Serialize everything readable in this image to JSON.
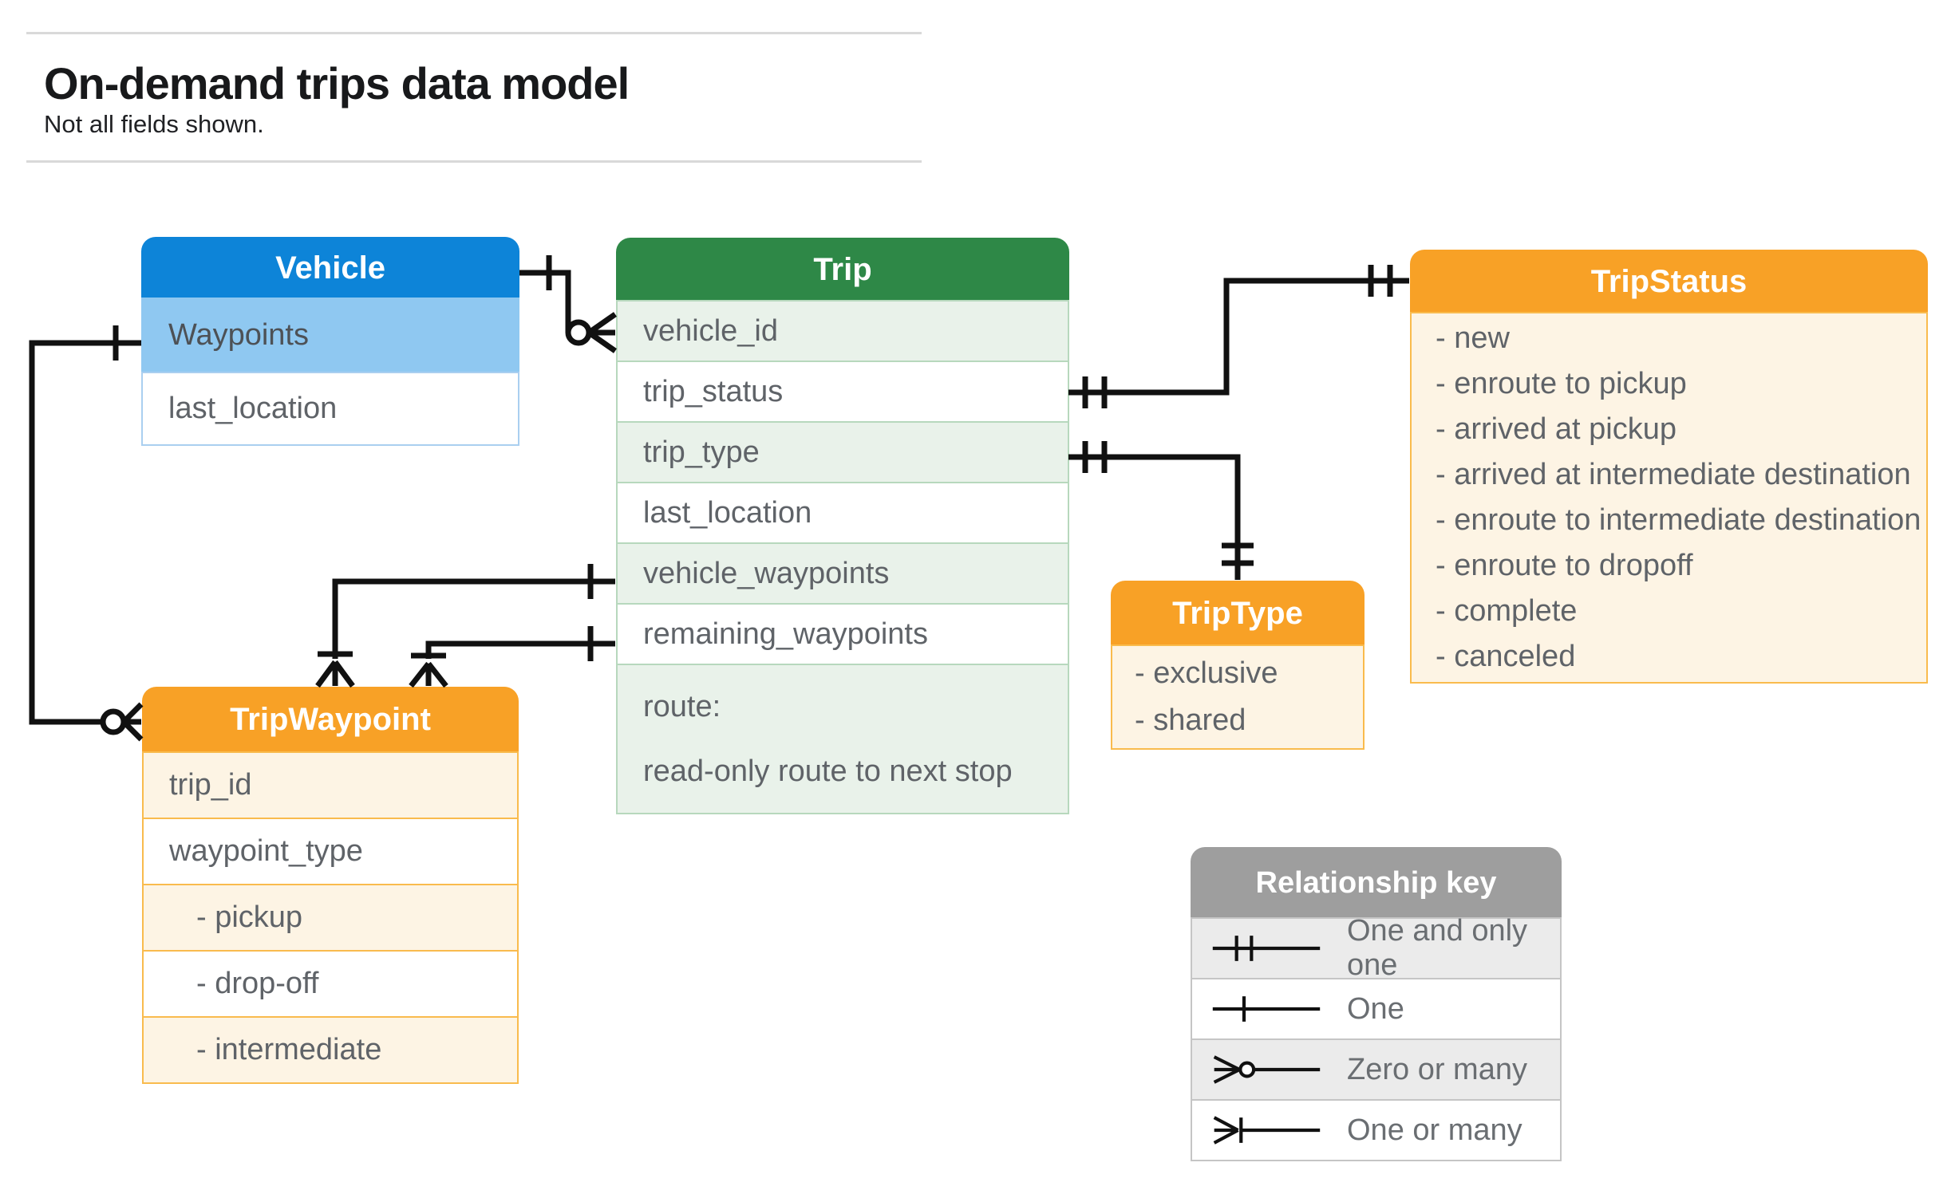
{
  "page": {
    "title": "On-demand trips data model",
    "subtitle": "Not all fields shown."
  },
  "entities": {
    "vehicle": {
      "title": "Vehicle",
      "fields": [
        "Waypoints",
        "last_location"
      ]
    },
    "trip": {
      "title": "Trip",
      "fields": [
        "vehicle_id",
        "trip_status",
        "trip_type",
        "last_location",
        "vehicle_waypoints",
        "remaining_waypoints"
      ],
      "route": {
        "line1": "route:",
        "line2": "read-only route to next stop"
      }
    },
    "tripStatus": {
      "title": "TripStatus",
      "values": [
        "- new",
        "- enroute to pickup",
        "- arrived at pickup",
        "- arrived at intermediate destination",
        "- enroute to intermediate destination",
        "- enroute to dropoff",
        "- complete",
        "- canceled"
      ]
    },
    "tripType": {
      "title": "TripType",
      "values": [
        "- exclusive",
        "- shared"
      ]
    },
    "tripWaypoint": {
      "title": "TripWaypoint",
      "fields": [
        "trip_id",
        "waypoint_type",
        "- pickup",
        "- drop-off",
        "- intermediate"
      ]
    }
  },
  "legend": {
    "title": "Relationship key",
    "rows": [
      {
        "symbol": "one-and-only-one",
        "label": "One and only one"
      },
      {
        "symbol": "one",
        "label": "One"
      },
      {
        "symbol": "zero-or-many",
        "label": "Zero or many"
      },
      {
        "symbol": "one-or-many",
        "label": "One or many"
      }
    ]
  },
  "relationships": [
    {
      "from": "Vehicle",
      "to": "Trip.vehicle_id",
      "from_cardinality": "one",
      "to_cardinality": "zero-or-many"
    },
    {
      "from": "Vehicle.Waypoints",
      "to": "TripWaypoint",
      "from_cardinality": "one",
      "to_cardinality": "zero-or-many"
    },
    {
      "from": "Trip.vehicle_waypoints",
      "to": "TripWaypoint",
      "from_cardinality": "one",
      "to_cardinality": "one-or-many"
    },
    {
      "from": "Trip.remaining_waypoints",
      "to": "TripWaypoint",
      "from_cardinality": "one",
      "to_cardinality": "one-or-many"
    },
    {
      "from": "Trip.trip_status",
      "to": "TripStatus",
      "from_cardinality": "one-and-only-one",
      "to_cardinality": "one-and-only-one"
    },
    {
      "from": "Trip.trip_type",
      "to": "TripType",
      "from_cardinality": "one-and-only-one",
      "to_cardinality": "one-and-only-one"
    }
  ],
  "colors": {
    "vehicle_header": "#0d84d8",
    "vehicle_key_row": "#8fc8f1",
    "trip_header": "#2e8847",
    "trip_tint_row": "#e9f2ea",
    "enum_header": "#f8a126",
    "enum_tint_row": "#fdf4e4",
    "legend_header": "#9e9e9e",
    "legend_tint_row": "#ebebeb",
    "connector": "#111111",
    "row_text": "#5f6368"
  }
}
